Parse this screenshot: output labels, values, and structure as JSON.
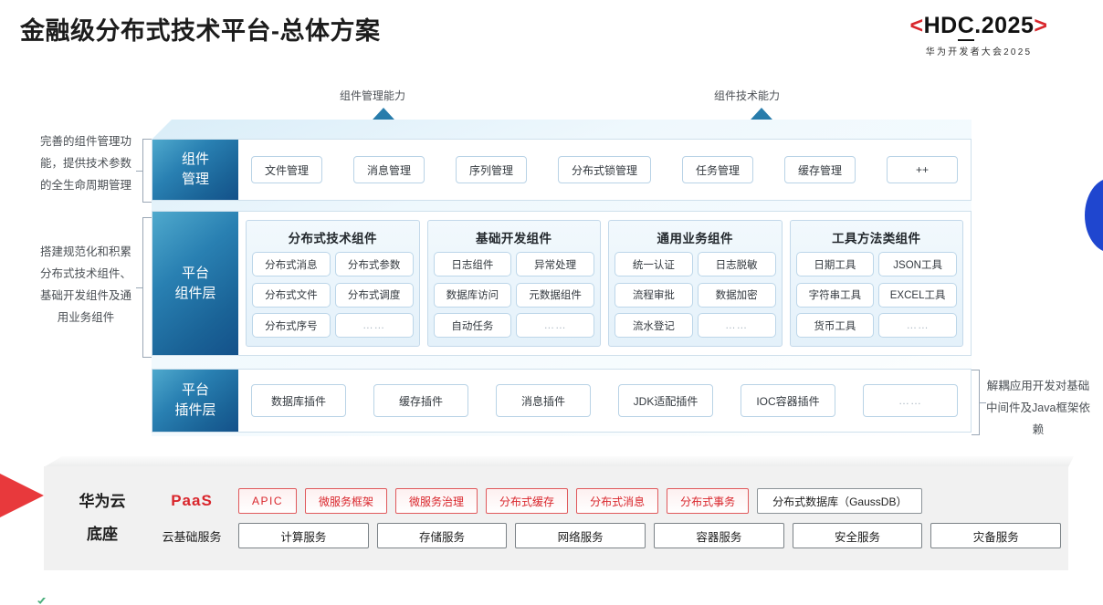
{
  "header": {
    "title": "金融级分布式技术平台-总体方案",
    "logo_main_prefix": "<",
    "logo_main_a": "HD",
    "logo_main_b": "C",
    "logo_main_c": ".2025",
    "logo_main_suffix": ">",
    "logo_sub": "华为开发者大会2025",
    "brand_red": "#d9262c"
  },
  "arrows": {
    "label_left": "组件管理能力",
    "label_right": "组件技术能力"
  },
  "notes": {
    "left_top": "完善的组件管理功能，提供技术参数的全生命周期管理",
    "left_bottom": "搭建规范化和积累分布式技术组件、基础开发组件及通用业务组件",
    "right": "解耦应用开发对基础中间件及Java框架依赖"
  },
  "component_mgmt": {
    "label_line1": "组件",
    "label_line2": "管理",
    "items": [
      "文件管理",
      "消息管理",
      "序列管理",
      "分布式锁管理",
      "任务管理",
      "缓存管理",
      "++"
    ]
  },
  "platform_components": {
    "label_line1": "平台",
    "label_line2": "组件层",
    "groups": [
      {
        "title": "分布式技术组件",
        "items": [
          "分布式消息",
          "分布式参数",
          "分布式文件",
          "分布式调度",
          "分布式序号",
          "……"
        ]
      },
      {
        "title": "基础开发组件",
        "items": [
          "日志组件",
          "异常处理",
          "数据库访问",
          "元数据组件",
          "自动任务",
          "……"
        ]
      },
      {
        "title": "通用业务组件",
        "items": [
          "统一认证",
          "日志脱敏",
          "流程审批",
          "数据加密",
          "流水登记",
          "……"
        ]
      },
      {
        "title": "工具方法类组件",
        "items": [
          "日期工具",
          "JSON工具",
          "字符串工具",
          "EXCEL工具",
          "货币工具",
          "……"
        ]
      }
    ]
  },
  "plugin_layer": {
    "label_line1": "平台",
    "label_line2": "插件层",
    "items": [
      "数据库插件",
      "缓存插件",
      "消息插件",
      "JDK适配插件",
      "IOC容器插件",
      "……"
    ]
  },
  "base": {
    "title_line1": "华为云",
    "title_line2": "底座",
    "paas_label": "PaaS",
    "cloud_label": "云基础服务",
    "paas_items": [
      "APIC",
      "微服务框架",
      "微服务治理",
      "分布式缓存",
      "分布式消息",
      "分布式事务"
    ],
    "paas_gauss": "分布式数据库（GaussDB）",
    "cloud_items": [
      "计算服务",
      "存储服务",
      "网络服务",
      "容器服务",
      "安全服务",
      "灾备服务"
    ]
  }
}
